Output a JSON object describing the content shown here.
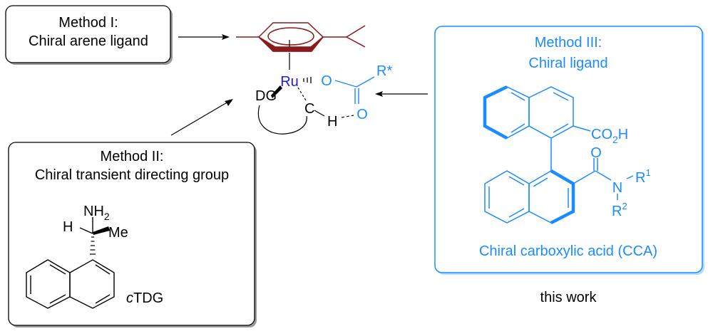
{
  "method1": {
    "title": "Method I:",
    "subtitle": "Chiral arene ligand"
  },
  "method2": {
    "title": "Method II:",
    "subtitle": "Chiral transient directing group",
    "nh": "NH",
    "nh_sub": "2",
    "h": "H",
    "me": "Me",
    "label_italic": "c",
    "label_rest": "TDG"
  },
  "method3": {
    "title": "Method III:",
    "subtitle": "Chiral ligand",
    "co": "CO",
    "co_sub": "2",
    "co_h": "H",
    "o": "O",
    "n": "N",
    "r": "R",
    "r1": "1",
    "r2": "2",
    "caption": "Chiral carboxylic acid (CCA)"
  },
  "complex": {
    "ru": "Ru",
    "dg": "DG",
    "c": "C",
    "h": "H",
    "o1": "O",
    "o2": "O",
    "rstar": "R*"
  },
  "footer": {
    "this_work": "this work"
  },
  "colors": {
    "arene": "#8b1a1a",
    "ruthenium": "#1a1aee",
    "accent": "#1a8cff"
  }
}
